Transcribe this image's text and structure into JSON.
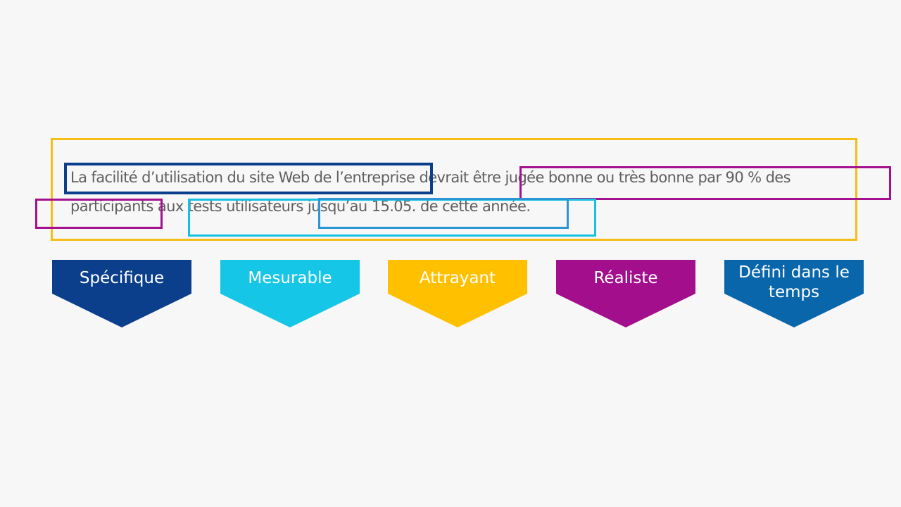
{
  "goal": {
    "line1": "La facilité d’utilisation du site Web de l’entreprise devrait être jugée bonne ou très bonne par 90 % des",
    "line2": "participants aux tests utilisateurs jusqu’au 15.05. de cette année."
  },
  "criteria": [
    {
      "label": "Spécifique",
      "color": "#0b3f8c"
    },
    {
      "label": "Mesurable",
      "color": "#16c6e6"
    },
    {
      "label": "Attrayant",
      "color": "#ffc000"
    },
    {
      "label": "Réaliste",
      "color": "#a20e8c"
    },
    {
      "label": "Défini dans le temps",
      "color": "#0a66ab"
    }
  ],
  "colors": {
    "frame": "#f6bd16",
    "text": "#5f5f5f",
    "background": "#f7f7f7"
  }
}
